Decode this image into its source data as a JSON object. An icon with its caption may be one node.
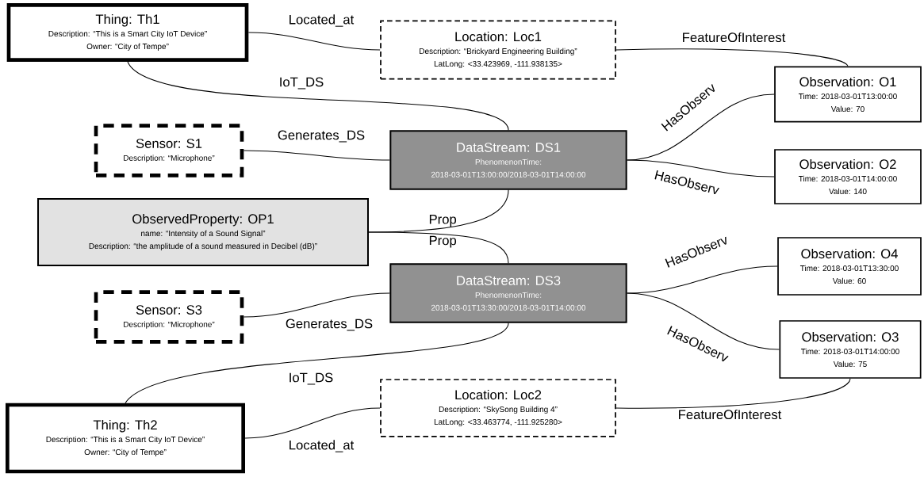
{
  "diagram": {
    "nodes": [
      {
        "text": [
          "Thing: Th1",
          "Description: “This is a Smart City IoT Device”",
          "Owner: “City of Tempe”"
        ]
      },
      {
        "text": [
          "Location: Loc1",
          "Description: “Brickyard Engineering Building”",
          "LatLong: <33.423969, -111.938135>"
        ]
      },
      {
        "text": [
          "Observation: O1",
          "Time: 2018-03-01T13:00:00",
          "Value: 70"
        ]
      },
      {
        "text": [
          "Sensor: S1",
          "Description: “Microphone”"
        ]
      },
      {
        "text": [
          "DataStream: DS1",
          "PhenomenonTime:",
          "2018-03-01T13:00:00/2018-03-01T14:00:00"
        ]
      },
      {
        "text": [
          "Observation: O2",
          "Time: 2018-03-01T14:00:00",
          "Value: 140"
        ]
      },
      {
        "text": [
          "ObservedProperty: OP1",
          "name: “Intensity of a Sound Signal”",
          "Description: “the amplitude of a sound measured in Decibel (dB)”"
        ]
      },
      {
        "text": [
          "Observation: O4",
          "Time: 2018-03-01T13:30:00",
          "Value: 60"
        ]
      },
      {
        "text": [
          "DataStream: DS3",
          "PhenomenonTime:",
          "2018-03-01T13:30:00/2018-03-01T14:00:00"
        ]
      },
      {
        "text": [
          "Sensor: S3",
          "Description: “Microphone”"
        ]
      },
      {
        "text": [
          "Observation: O3",
          "Time: 2018-03-01T14:00:00",
          "Value: 75"
        ]
      },
      {
        "text": [
          "Thing: Th2",
          "Description: “This is a Smart City IoT Device”",
          "Owner: “City of Tempe”"
        ]
      },
      {
        "text": [
          "Location: Loc2",
          "Description: “SkySong Building 4”",
          "LatLong: <33.463774, -111.925280>"
        ]
      }
    ],
    "edges": [
      {
        "from": 0,
        "to": 1,
        "arrow": "none",
        "label": "Located_at"
      },
      {
        "from": 0,
        "to": 4,
        "arrow": "none",
        "label": "IoT_DS"
      },
      {
        "from": 1,
        "to": 2,
        "arrow": "none",
        "label": "FeatureOfInterest"
      },
      {
        "from": 3,
        "to": 4,
        "arrow": "none",
        "label": "Generates_DS"
      },
      {
        "from": 4,
        "to": 2,
        "arrow": "none",
        "label": "HasObserv"
      },
      {
        "from": 4,
        "to": 5,
        "arrow": "none",
        "label": "HasObserv"
      },
      {
        "from": 6,
        "to": 4,
        "arrow": "none",
        "label": "Prop"
      },
      {
        "from": 6,
        "to": 8,
        "arrow": "none",
        "label": "Prop"
      },
      {
        "from": 8,
        "to": 7,
        "arrow": "none",
        "label": "HasObserv"
      },
      {
        "from": 8,
        "to": 10,
        "arrow": "none",
        "label": "HasObserv"
      },
      {
        "from": 9,
        "to": 8,
        "arrow": "none",
        "label": "Generates_DS"
      },
      {
        "from": 11,
        "to": 8,
        "arrow": "none",
        "label": "IoT_DS"
      },
      {
        "from": 11,
        "to": 12,
        "arrow": "none",
        "label": "Located_at"
      },
      {
        "from": 12,
        "to": 10,
        "arrow": "none",
        "label": "FeatureOfInterest"
      }
    ]
  }
}
